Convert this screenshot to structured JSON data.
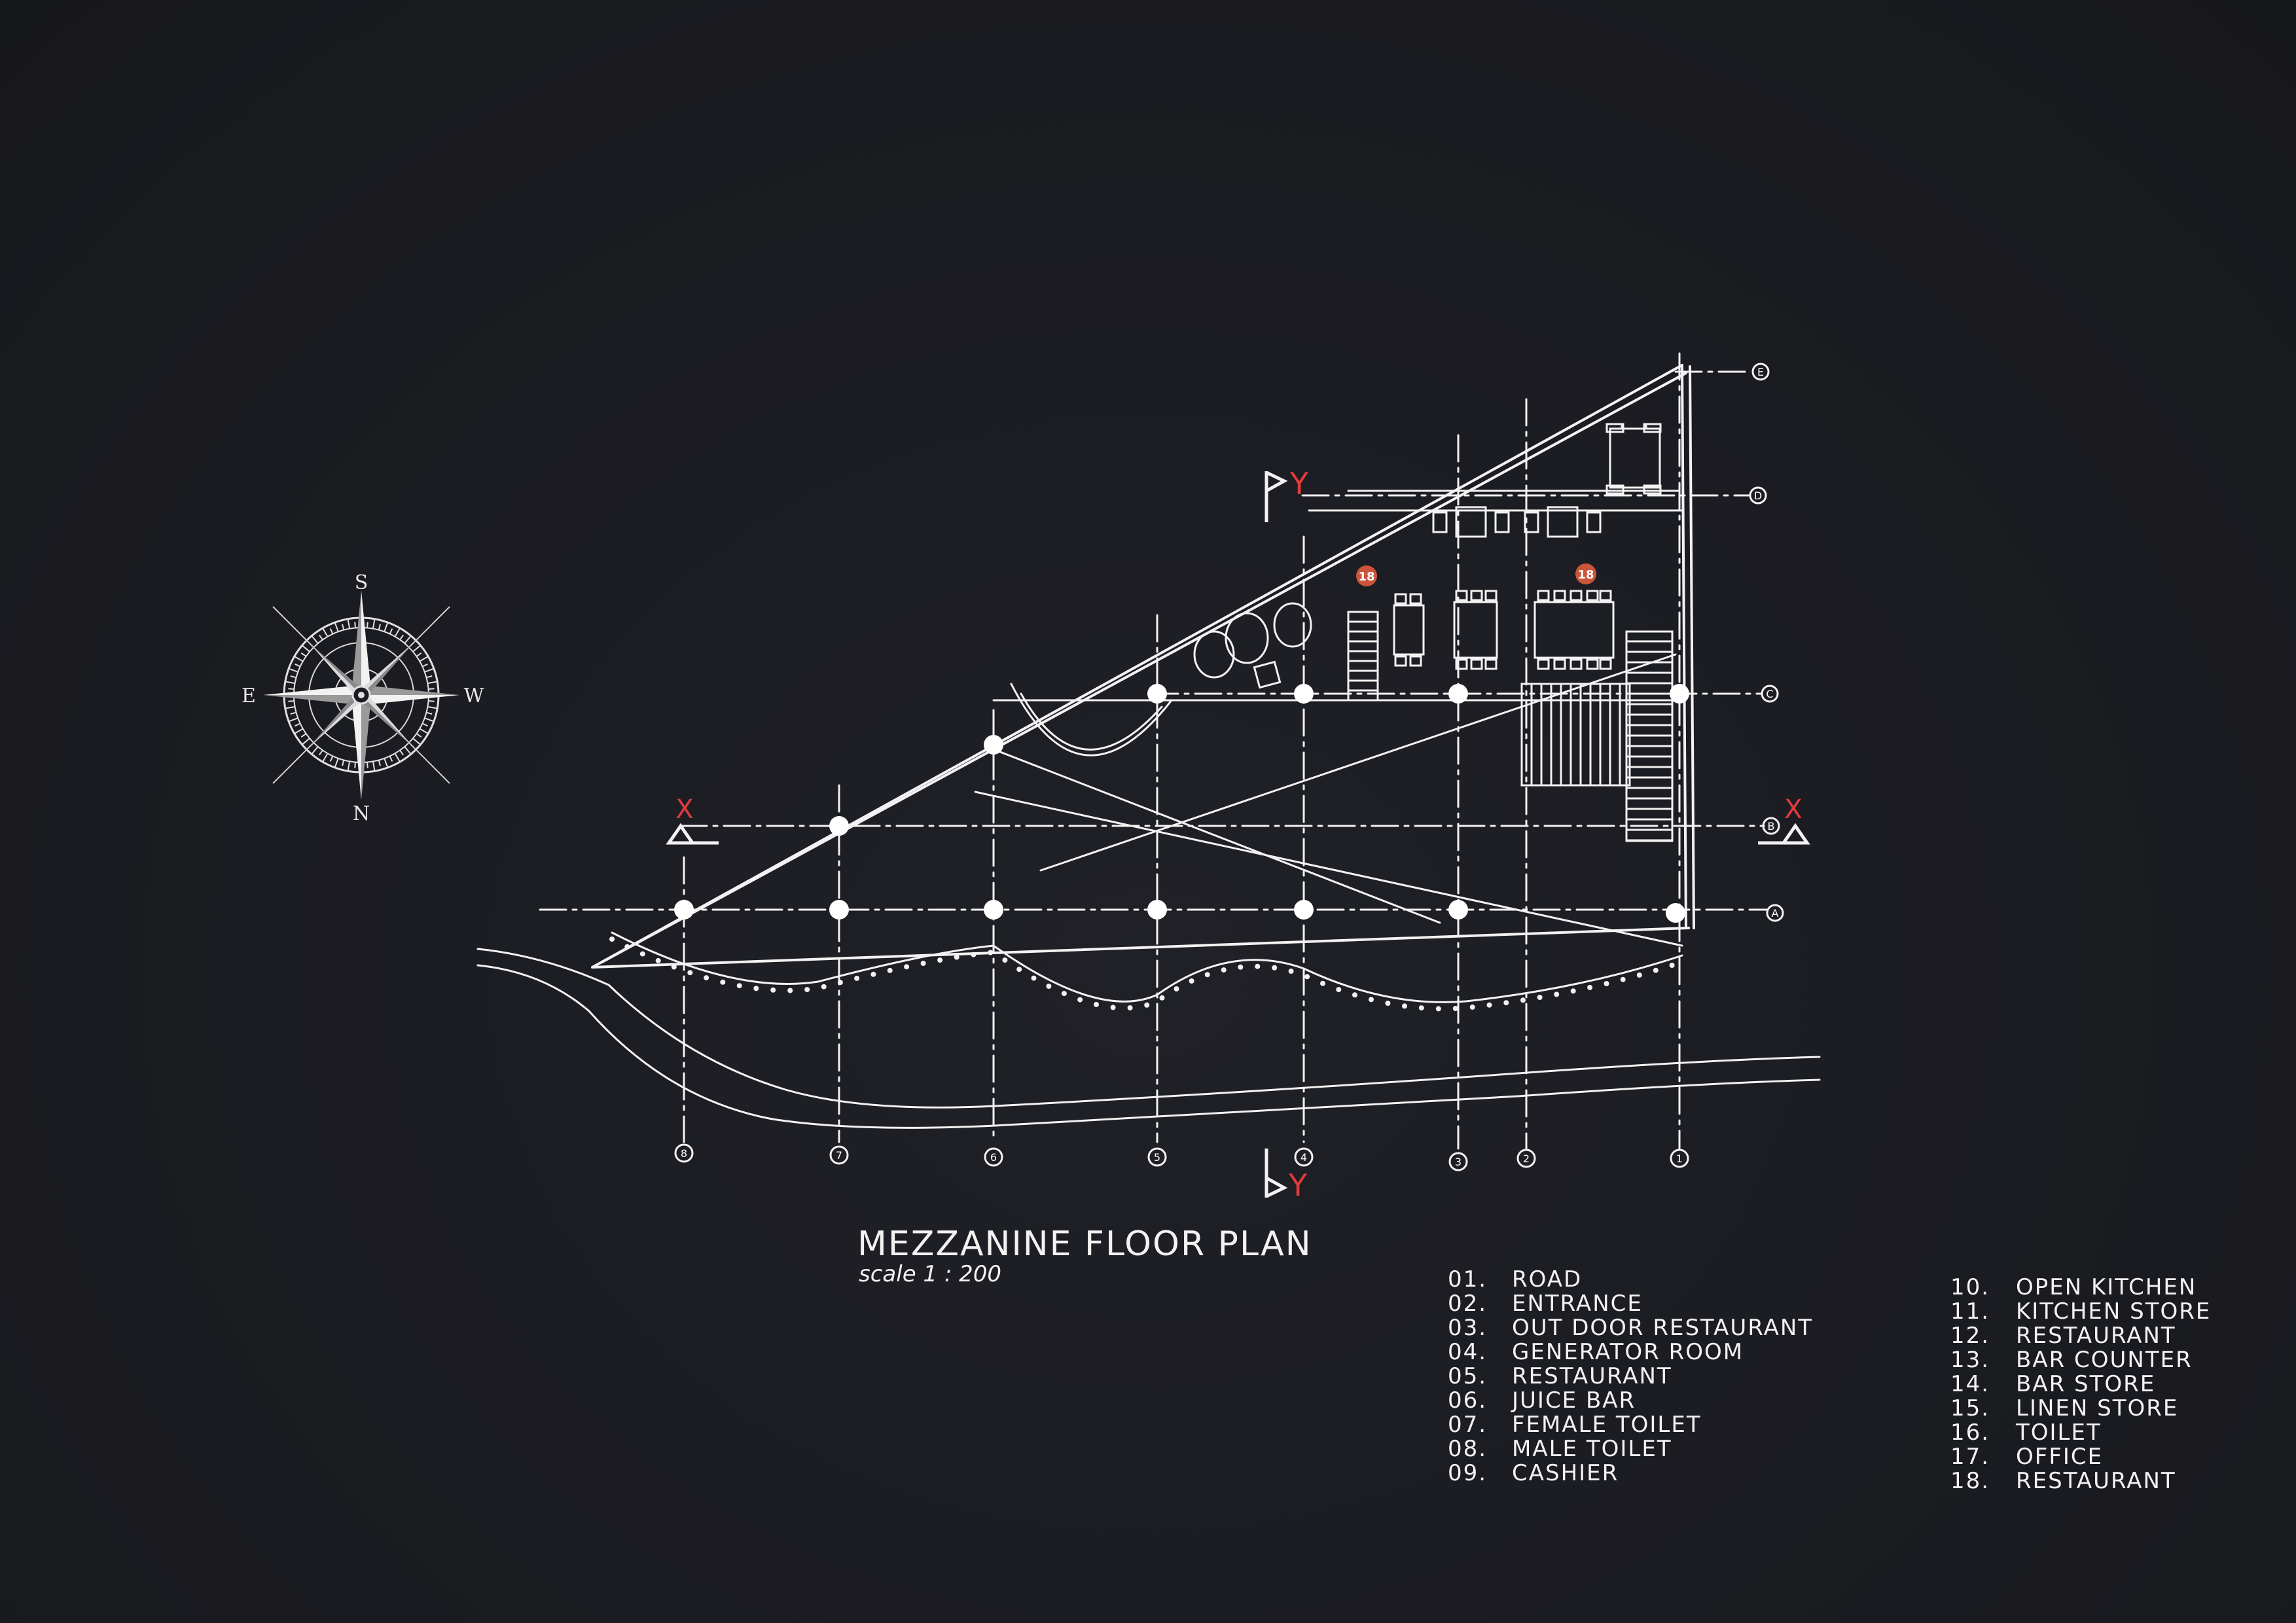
{
  "drawing": {
    "title": "MEZZANINE FLOOR PLAN",
    "scale": "scale   1 : 200"
  },
  "compass": {
    "top": "S",
    "bottom": "N",
    "left": "E",
    "right": "W"
  },
  "section_marks": {
    "y_top": "Y",
    "y_bottom": "Y",
    "x_left": "X",
    "x_right": "X"
  },
  "grid_columns": [
    "8",
    "7",
    "6",
    "5",
    "4",
    "3",
    "2",
    "1"
  ],
  "grid_rows": [
    "E",
    "D",
    "C",
    "B",
    "A"
  ],
  "room_tags": [
    "18",
    "18"
  ],
  "legend": {
    "left": [
      {
        "num": "01.",
        "label": "ROAD"
      },
      {
        "num": "02.",
        "label": "ENTRANCE"
      },
      {
        "num": "03.",
        "label": "OUT DOOR RESTAURANT"
      },
      {
        "num": "04.",
        "label": "GENERATOR ROOM"
      },
      {
        "num": "05.",
        "label": "RESTAURANT"
      },
      {
        "num": "06.",
        "label": "JUICE BAR"
      },
      {
        "num": "07.",
        "label": "FEMALE TOILET"
      },
      {
        "num": "08.",
        "label": "MALE TOILET"
      },
      {
        "num": "09.",
        "label": "CASHIER"
      }
    ],
    "right": [
      {
        "num": "10.",
        "label": "OPEN KITCHEN"
      },
      {
        "num": "11.",
        "label": "KITCHEN STORE"
      },
      {
        "num": "12.",
        "label": "RESTAURANT"
      },
      {
        "num": "13.",
        "label": "BAR COUNTER"
      },
      {
        "num": "14.",
        "label": "BAR STORE"
      },
      {
        "num": "15.",
        "label": "LINEN STORE"
      },
      {
        "num": "16.",
        "label": "TOILET"
      },
      {
        "num": "17.",
        "label": "OFFICE"
      },
      {
        "num": "18.",
        "label": "RESTAURANT"
      }
    ]
  },
  "colors": {
    "background": "#1c1d22",
    "linework": "#f2f2f2",
    "section_mark": "#e23b3b",
    "room_tag": "#c9553a"
  }
}
